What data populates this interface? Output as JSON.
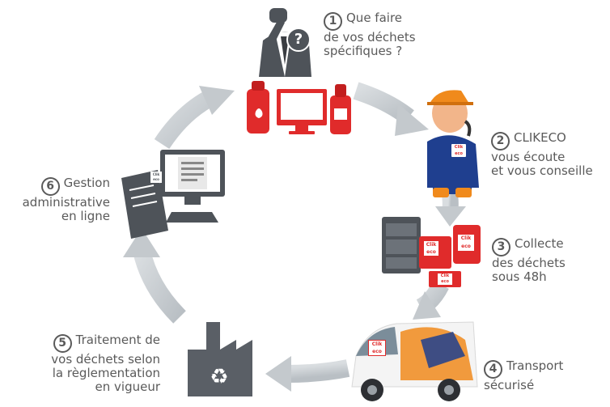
{
  "steps": [
    {
      "number": "1",
      "lines": [
        "Que faire",
        "de vos déchets",
        "spécifiques ?"
      ]
    },
    {
      "number": "2",
      "lines": [
        "CLIKECO",
        "vous écoute",
        "et vous conseille"
      ]
    },
    {
      "number": "3",
      "lines": [
        "Collecte",
        "des déchets",
        "sous 48h"
      ]
    },
    {
      "number": "4",
      "lines": [
        "Transport",
        "sécurisé"
      ]
    },
    {
      "number": "5",
      "lines": [
        "Traitement de",
        "vos déchets selon",
        "la règlementation",
        "en vigueur"
      ]
    },
    {
      "number": "6",
      "lines": [
        "Gestion",
        "administrative",
        "en ligne"
      ]
    }
  ],
  "icons": {
    "question_mark": "?",
    "brand_badge_top": "Clik",
    "brand_badge_bottom": "eco",
    "recycle_symbol": "♻"
  },
  "colors": {
    "arrow": "#c9ced2",
    "red": "#e02b2b",
    "dark_gray": "#4e5359",
    "text": "#5a5a5a",
    "blue": "#1f3f8f",
    "orange": "#f08a1c"
  }
}
